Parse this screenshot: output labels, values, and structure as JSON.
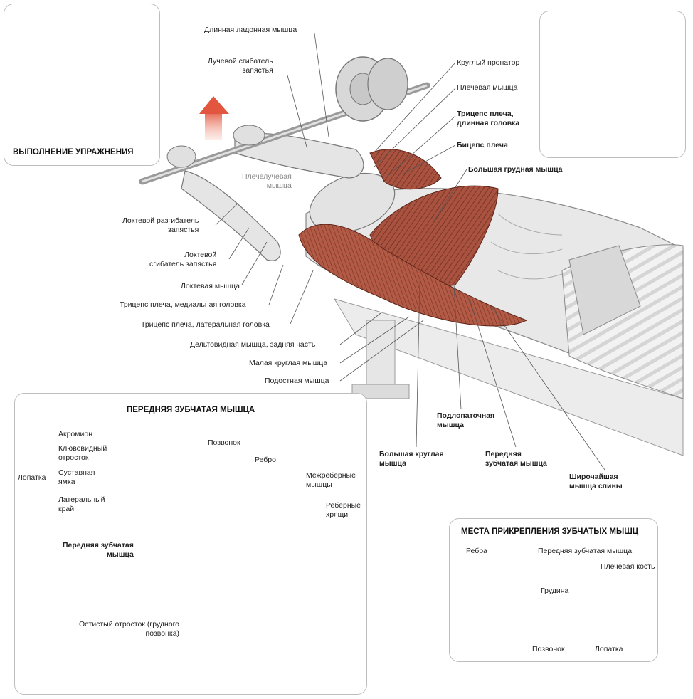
{
  "panels": {
    "exercise": {
      "title": "ВЫПОЛНЕНИЕ УПРАЖНЕНИЯ"
    },
    "serratus": {
      "title": "ПЕРЕДНЯЯ ЗУБЧАТАЯ МЫШЦА"
    },
    "attachment": {
      "title": "МЕСТА ПРИКРЕПЛЕНИЯ ЗУБЧАТЫХ МЫШЦ"
    }
  },
  "main_labels": {
    "palmaris_longus": "Длинная ладонная мышца",
    "flexor_carpi_radialis": "Лучевой сгибатель\nзапястья",
    "brachioradialis": "Плечелучевая\nмышца",
    "extensor_carpi_ulnaris": "Локтевой разгибатель\nзапястья",
    "flexor_carpi_ulnaris": "Локтевой\nсгибатель запястья",
    "anconeus": "Локтевая мышца",
    "triceps_medial": "Трицепс плеча, медиальная головка",
    "triceps_lateral": "Трицепс плеча, латеральная головка",
    "deltoid_posterior": "Дельтовидная мышца, задняя часть",
    "teres_minor": "Малая круглая мышца",
    "infraspinatus": "Подостная мышца",
    "pronator_teres": "Круглый пронатор",
    "brachialis": "Плечевая мышца",
    "triceps_long": "Трицепс плеча,\nдлинная головка",
    "biceps": "Бицепс плеча",
    "pectoralis_major": "Большая грудная мышца",
    "subscapularis": "Подлопаточная\nмышца",
    "teres_major": "Большая круглая\nмышца",
    "serratus_anterior": "Передняя\nзубчатая мышца",
    "latissimus": "Широчайшая\nмышца спины"
  },
  "serratus_labels": {
    "acromion": "Акромион",
    "coracoid": "Клювовидный\nотросток",
    "scapula": "Лопатка",
    "glenoid": "Суставная\nямка",
    "lateral_edge": "Латеральный\nкрай",
    "serratus_anterior": "Передняя зубчатая\nмышца",
    "spinous_process": "Остистый отросток (грудного\nпозвонка)",
    "vertebra": "Позвонок",
    "rib": "Ребро",
    "intercostal": "Межреберные\nмышцы",
    "costal_cartilage": "Реберные\nхрящи"
  },
  "attachment_labels": {
    "ribs": "Ребра",
    "serratus_anterior": "Передняя зубчатая мышца",
    "humerus": "Плечевая кость",
    "sternum": "Грудина",
    "vertebra": "Позвонок",
    "scapula": "Лопатка"
  },
  "colors": {
    "muscle": "#a8523f",
    "muscle_dark": "#7a3325",
    "highlight_red": "#d2232a",
    "arrow": "#e8604a",
    "panel_border": "#bdbdbd"
  }
}
